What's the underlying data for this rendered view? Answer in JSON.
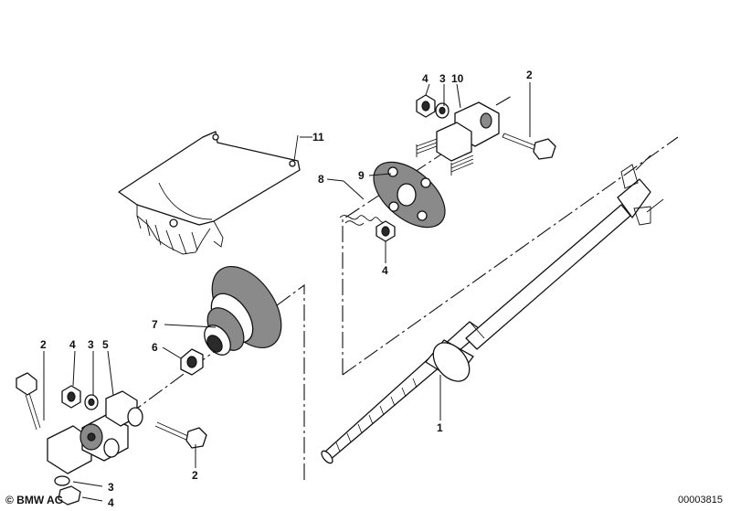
{
  "copyright": "© BMW AG",
  "document_number": "00003815",
  "callouts": {
    "c1": "1",
    "c2a": "2",
    "c2b": "2",
    "c2c": "2",
    "c3a": "3",
    "c3b": "3",
    "c3c": "3",
    "c4a": "4",
    "c4b": "4",
    "c4c": "4",
    "c4d": "4",
    "c5": "5",
    "c6": "6",
    "c7": "7",
    "c8": "8",
    "c9": "9",
    "c10": "10",
    "c11": "11"
  }
}
